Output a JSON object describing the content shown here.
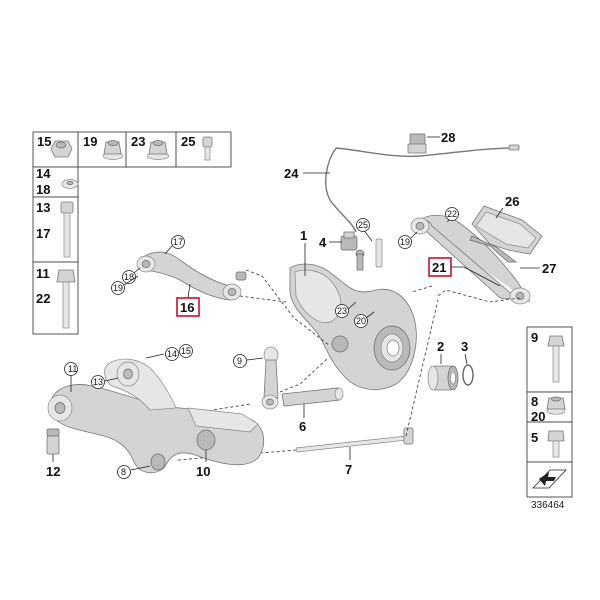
{
  "diagram": {
    "reference_number": "336464",
    "callouts": {
      "p1": "1",
      "p2": "2",
      "p3": "3",
      "p4": "4",
      "p5": "5",
      "p6": "6",
      "p7": "7",
      "p8": "8",
      "p9": "9",
      "p10": "10",
      "p11": "11",
      "p12": "12",
      "p13": "13",
      "p14": "14",
      "p15": "15",
      "p16": "16",
      "p17": "17",
      "p18": "18",
      "p19": "19",
      "p20": "20",
      "p21": "21",
      "p22": "22",
      "p23": "23",
      "p24": "24",
      "p25": "25",
      "p26": "26",
      "p27": "27",
      "p28": "28"
    },
    "highlighted_parts": [
      "16",
      "21"
    ],
    "highlight_color": "#c8102e"
  }
}
